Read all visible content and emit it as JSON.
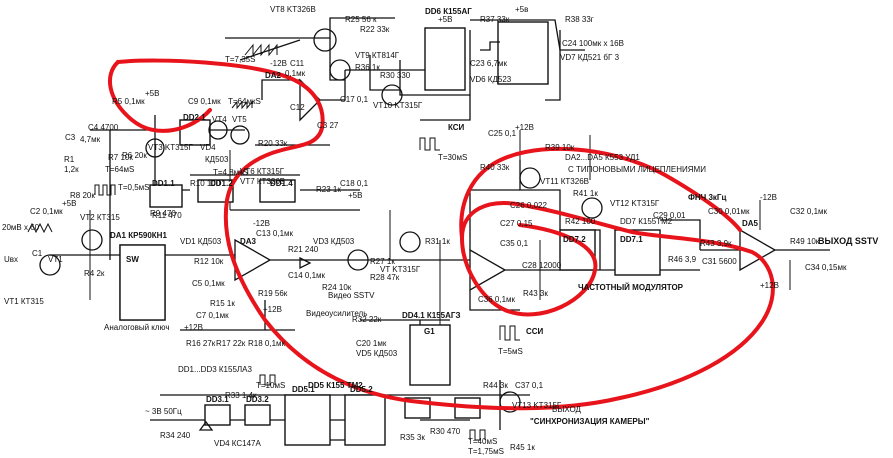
{
  "labels": {
    "vt8": "VT8 KT326B",
    "r25": "R25 56 к",
    "r22": "R22 33к",
    "dd6a": "DD6 К155АГ",
    "r37": "R37 33к",
    "plus5_a": "+5В",
    "plus5_b": "+5в",
    "r38": "R38 33г",
    "t735": "T=7,35S",
    "minus12_a": "-12В",
    "c11": "C11",
    "c11v": "0,1мк",
    "vt9": "VT9 КТ814Г",
    "r36": "R36 1к",
    "r30": "R30 330",
    "c23": "C23 6,7мк",
    "vd6": "VD6 КД523",
    "c24": "C24 100мк х 16В",
    "vd7": "VD7 КД521 бГ 3",
    "da2": "DA2",
    "c12": "C12",
    "c17": "C17 0,1",
    "vt10": "VT10 KT315Г",
    "c3_27": "C3 27",
    "r5": "R5 0,1мк",
    "plus5_c": "+5В",
    "c9": "C9 0,1мк",
    "c4": "C4 4700",
    "dd2": "DD2.1",
    "vt4": "VT4",
    "vt5": "VT5",
    "t64": "T=64мкS",
    "r7": "R7 10к",
    "vd4": "VD4",
    "r6": "R6 20к",
    "vt3": "VT3 KT315Г",
    "kd503": "КД503",
    "r20": "R20 33к",
    "c3": "C3",
    "c3v": "4,7мк",
    "t64b": "T=64мS",
    "t48": "T=4,8мкS",
    "vt6": "VT6 КТ315Г",
    "vt7": "VT7 КТ326В",
    "r1": "R1",
    "r1v": "1,2к",
    "r8": "R8 20к",
    "r9": "R9 470",
    "t05": "T=0,5мS",
    "dd11": "DD1.1",
    "r10": "R10 100",
    "dd12": "DD1.2",
    "dd14": "DD1.4",
    "r23": "R23 1к",
    "c18": "C18 0,1",
    "plus5_d": "+5В",
    "c2": "C2 0,1мк",
    "plus5_e": "+5В",
    "vt2": "VT2 КТ315",
    "r11": "R11 470",
    "ui20": "20мВ х 60",
    "da1": "DA1 КР590КН1",
    "sw": "SW",
    "vt1": "VT1",
    "r4": "R4 2к",
    "c1": "C1",
    "uvh": "Uвх",
    "vt1b": "VT1 КТ315",
    "analog": "Аналоговый ключ",
    "minus12_b": "-12В",
    "c13": "C13 0,1мк",
    "vd1": "VD1 КД503",
    "r21": "R21 240",
    "vd3": "VD3 КД503",
    "r27": "R27 1к",
    "r31": "R31 1к",
    "da3": "DA3",
    "c14": "C14 0,1мк",
    "c5": "C5 0,1мк",
    "r19": "R19 56к",
    "r24": "R24 10к",
    "video": "Видео SSTV",
    "r28": "R28 47к",
    "vt315": "VT KT315Г",
    "r12": "R12 10к",
    "r15": "R15 1к",
    "plus12_a": "+12В",
    "plus12_b": "+12В",
    "videoamp": "Видеоусилитель",
    "r16": "R16 27к",
    "r17": "R17 22к",
    "r18": "R18 0,1мк",
    "c7": "C7 0,1мк",
    "r32": "R32 22к",
    "dd4": "DD4.1 К155АГЗ",
    "g1": "G1",
    "c20": "C20 1мк",
    "vd5": "VD5 КД503",
    "ssi": "ССИ",
    "t5ms": "T=5мS",
    "ksi": "КСИ",
    "t30": "T=30мS",
    "c25": "C25 0,1",
    "plus12_c": "+12В",
    "r39": "R39 10к",
    "r40": "R40 33к",
    "da_list": "DA2...DA5 К553 УД1",
    "c_tin": "С ТИПОНОВЫМИ ЛИЦЕПЛЕНИЯМИ",
    "vt11": "VT11 КТ326В",
    "r41": "R41 1к",
    "vt12": "VT12 KT315Г",
    "c26": "C26 0,022",
    "c27": "C27 0,15",
    "r42": "R42 100",
    "dd7": "DD7 К155ТМ2",
    "c29": "C29 0,01",
    "fnch": "ФНЧ 3кГц",
    "c30": "C30 0,01мк",
    "minus12_c": "-12В",
    "c32": "C32 0,1мк",
    "da5": "DA5",
    "c35": "C35 0,1",
    "c28": "C28 12000",
    "dd72": "DD7.2",
    "dd71": "DD7.1",
    "r43b": "R43 3,9к",
    "r46": "R46 3,9",
    "c31": "C31 5600",
    "r49": "R49 10к",
    "vyhod": "ВЫХОД SSTV",
    "c34": "C34 0,15мк",
    "c36": "C36 0,1мк",
    "r43": "R43 3к",
    "freqmod": "ЧАСТОТНЫЙ  МОДУЛЯТОР",
    "plus12_d": "+12В",
    "dd_list": "DD1...DD3 К155ЛА3",
    "t10": "T=10мS",
    "r33": "R33 1,4к",
    "dd5": "DD5 К155 ТМ2",
    "r44": "R44 3к",
    "c37": "C37 0,1",
    "in_50": "~ 3В 50Гц",
    "r34": "R34 240",
    "dd31": "DD3.1",
    "dd32": "DD3.2",
    "dd51": "DD5.1",
    "dd52": "DD5.2",
    "vt13": "VT13 KT315Г",
    "vyhod2": "ВЫХОД",
    "sync": "\"СИНХРОНИЗАЦИЯ КАМЕРЫ\"",
    "vd4b": "VD4 КС147А",
    "r35": "R35 3к",
    "r30b": "R30 470",
    "t40": "T=40мS",
    "t175": "T=1,75мS",
    "r45": "R45 1к"
  },
  "colors": {
    "ink": "#111111",
    "annotation": "#e8141c",
    "paper": "#ffffff"
  }
}
